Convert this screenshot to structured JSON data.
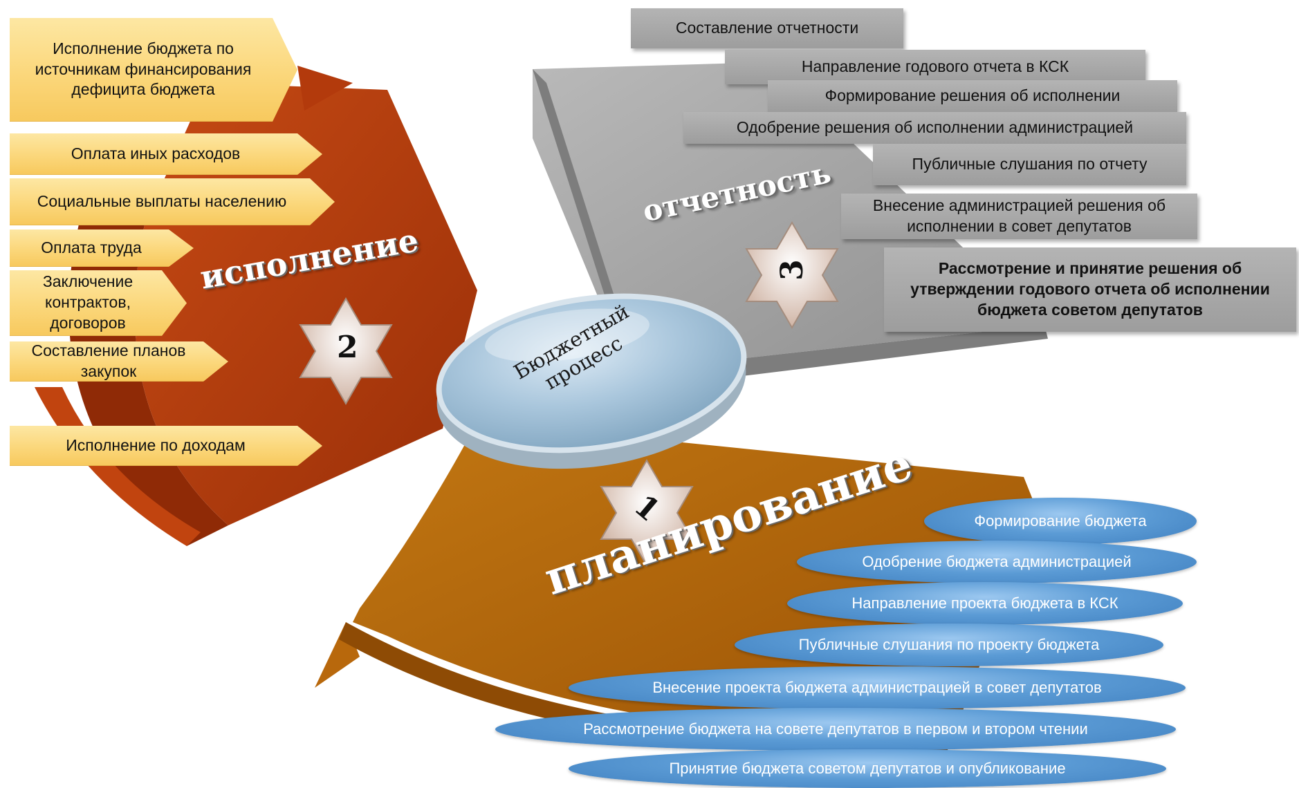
{
  "center": {
    "label_line1": "Бюджетный",
    "label_line2": "процесс"
  },
  "sectors": {
    "execution": {
      "title": "исполнение",
      "number": "2",
      "color": "#b33a0c"
    },
    "reporting": {
      "title": "отчетность",
      "number": "3",
      "color": "#a6a6a6"
    },
    "planning": {
      "title": "планирование",
      "number": "1",
      "color": "#b8680c"
    }
  },
  "execution_items": [
    "Исполнение бюджета по источникам финансирования дефицита бюджета",
    "Оплата иных расходов",
    "Социальные выплаты населению",
    "Оплата труда",
    "Заключение контрактов, договоров",
    "Составление планов закупок",
    "Исполнение по доходам"
  ],
  "reporting_items": [
    "Составление отчетности",
    "Направление годового отчета в КСК",
    "Формирование решения об исполнении",
    "Одобрение решения об исполнении  администрацией",
    "Публичные слушания по отчету",
    "Внесение администрацией решения об исполнении в совет депутатов",
    "Рассмотрение и принятие решения об утверждении годового отчета об исполнении бюджета советом депутатов"
  ],
  "planning_items": [
    "Формирование бюджета",
    "Одобрение бюджета администрацией",
    "Направление проекта бюджета в КСК",
    "Публичные слушания по проекту бюджета",
    "Внесение проекта бюджета администрацией в совет депутатов",
    "Рассмотрение бюджета на совете депутатов в первом и втором чтении",
    "Принятие бюджета советом депутатов и опубликование"
  ]
}
